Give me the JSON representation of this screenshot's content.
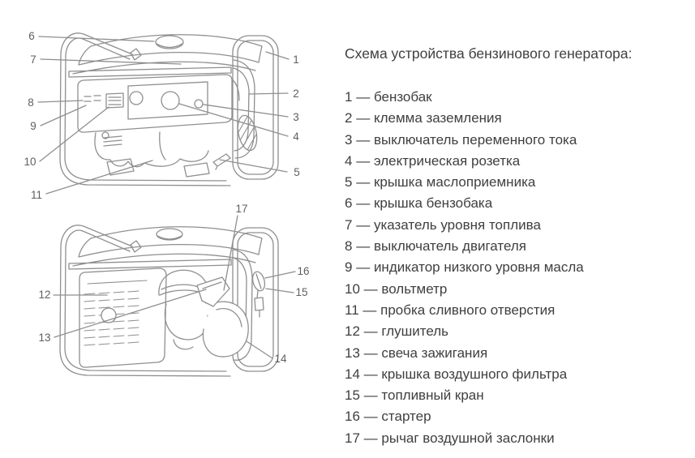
{
  "title": "Схема устройства бензинового генератора:",
  "legend": {
    "dash": "—",
    "items": [
      {
        "num": "1",
        "label": "бензобак"
      },
      {
        "num": "2",
        "label": "клемма заземления"
      },
      {
        "num": "3",
        "label": "выключатель переменного тока"
      },
      {
        "num": "4",
        "label": "электрическая розетка"
      },
      {
        "num": "5",
        "label": "крышка маслоприемника"
      },
      {
        "num": "6",
        "label": "крышка бензобака"
      },
      {
        "num": "7",
        "label": "указатель уровня топлива"
      },
      {
        "num": "8",
        "label": "выключатель двигателя"
      },
      {
        "num": "9",
        "label": "индикатор низкого уровня масла"
      },
      {
        "num": "10",
        "label": "вольтметр"
      },
      {
        "num": "11",
        "label": "пробка сливного отверстия"
      },
      {
        "num": "12",
        "label": "глушитель"
      },
      {
        "num": "13",
        "label": "свеча зажигания"
      },
      {
        "num": "14",
        "label": "крышка воздушного фильтра"
      },
      {
        "num": "15",
        "label": "топливный кран"
      },
      {
        "num": "16",
        "label": "стартер"
      },
      {
        "num": "17",
        "label": "рычаг воздушной заслонки"
      }
    ]
  },
  "colors": {
    "background": "#ffffff",
    "text": "#3f3f3f",
    "line_art": "#8f8f8f",
    "callout": "#5f5f5f",
    "callout_line": "#9a9a9a"
  }
}
